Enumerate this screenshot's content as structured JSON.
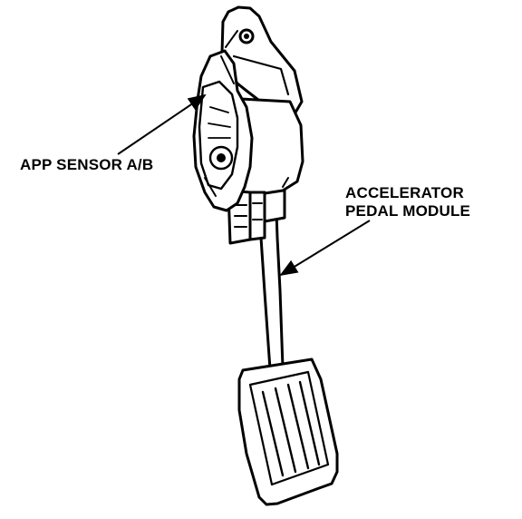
{
  "labels": {
    "app_sensor": "APP SENSOR A/B",
    "module_line1": "ACCELERATOR",
    "module_line2": "PEDAL MODULE"
  },
  "colors": {
    "ink": "#000000",
    "paper": "#ffffff"
  }
}
